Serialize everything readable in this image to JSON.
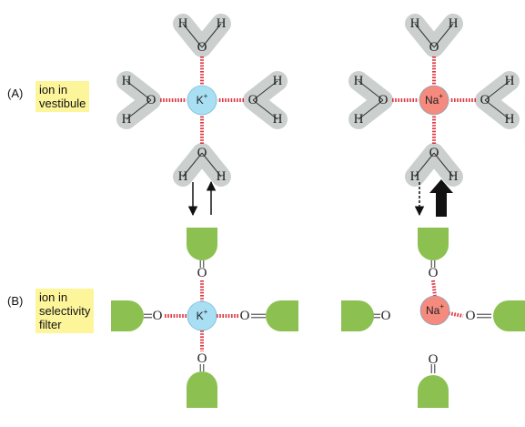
{
  "panels": {
    "a": {
      "letter": "(A)",
      "label": "ion in\nvestibule"
    },
    "b": {
      "letter": "(B)",
      "label": "ion in\nselectivity\nfilter"
    }
  },
  "ions": {
    "potassium": {
      "symbol": "K",
      "charge": "+",
      "color": "#a9dff3"
    },
    "sodium": {
      "symbol": "Na",
      "charge": "+",
      "color": "#f58a7e"
    }
  },
  "atoms": {
    "hydrogen": "H",
    "oxygen": "O"
  },
  "colors": {
    "water_shell": "#cbd0cf",
    "carbonyl_group": "#8cc152",
    "interaction": "#e0353f"
  }
}
